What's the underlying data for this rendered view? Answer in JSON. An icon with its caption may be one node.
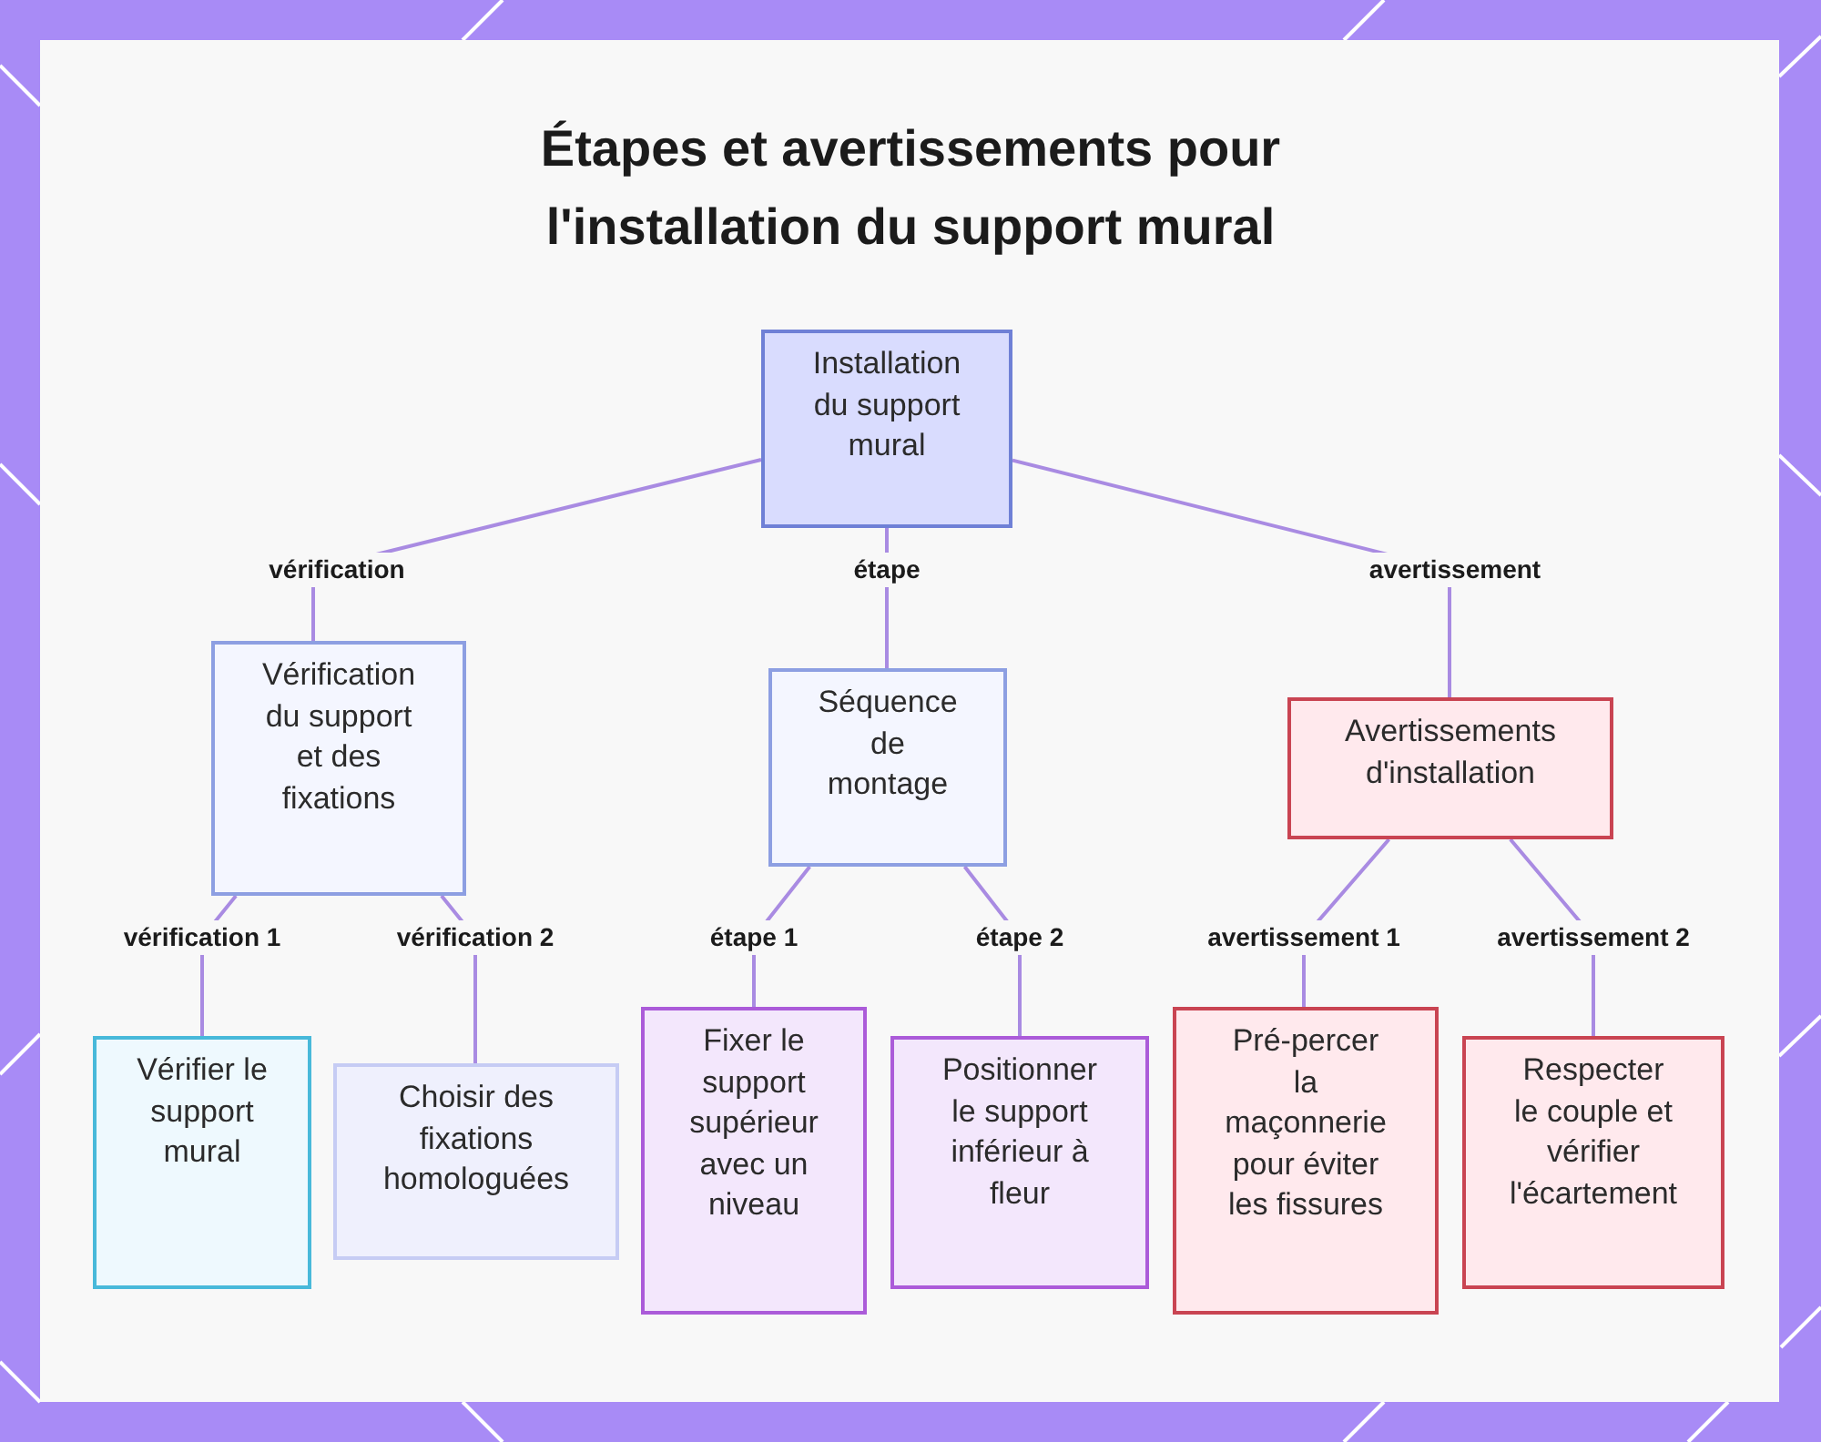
{
  "diagram": {
    "title": "Étapes et avertissements pour l'installation du support mural",
    "nodes": [
      {
        "text": [
          "Installation du support mural"
        ]
      },
      {
        "text": [
          "Vérification du support et des fixations"
        ]
      },
      {
        "text": [
          "Séquence de montage"
        ]
      },
      {
        "text": [
          "Avertissements d'installation"
        ]
      },
      {
        "text": [
          "Vérifier le support mural"
        ]
      },
      {
        "text": [
          "Choisir des fixations homologuées"
        ]
      },
      {
        "text": [
          "Fixer le support supérieur avec un niveau"
        ]
      },
      {
        "text": [
          "Positionner le support inférieur à fleur"
        ]
      },
      {
        "text": [
          "Pré-percer la maçonnerie pour éviter les fissures"
        ]
      },
      {
        "text": [
          "Respecter le couple et vérifier l'écartement"
        ]
      }
    ],
    "edges": [
      {
        "from": 0,
        "to": 1,
        "arrow": "none",
        "label": "vérification"
      },
      {
        "from": 0,
        "to": 2,
        "arrow": "none",
        "label": "étape"
      },
      {
        "from": 0,
        "to": 3,
        "arrow": "none",
        "label": "avertissement"
      },
      {
        "from": 1,
        "to": 4,
        "arrow": "none",
        "label": "vérification 1"
      },
      {
        "from": 1,
        "to": 5,
        "arrow": "none",
        "label": "vérification 2"
      },
      {
        "from": 2,
        "to": 6,
        "arrow": "none",
        "label": "étape 1"
      },
      {
        "from": 2,
        "to": 7,
        "arrow": "none",
        "label": "étape 2"
      },
      {
        "from": 3,
        "to": 8,
        "arrow": "none",
        "label": "avertissement 1"
      },
      {
        "from": 3,
        "to": 9,
        "arrow": "none",
        "label": "avertissement 2"
      }
    ]
  }
}
